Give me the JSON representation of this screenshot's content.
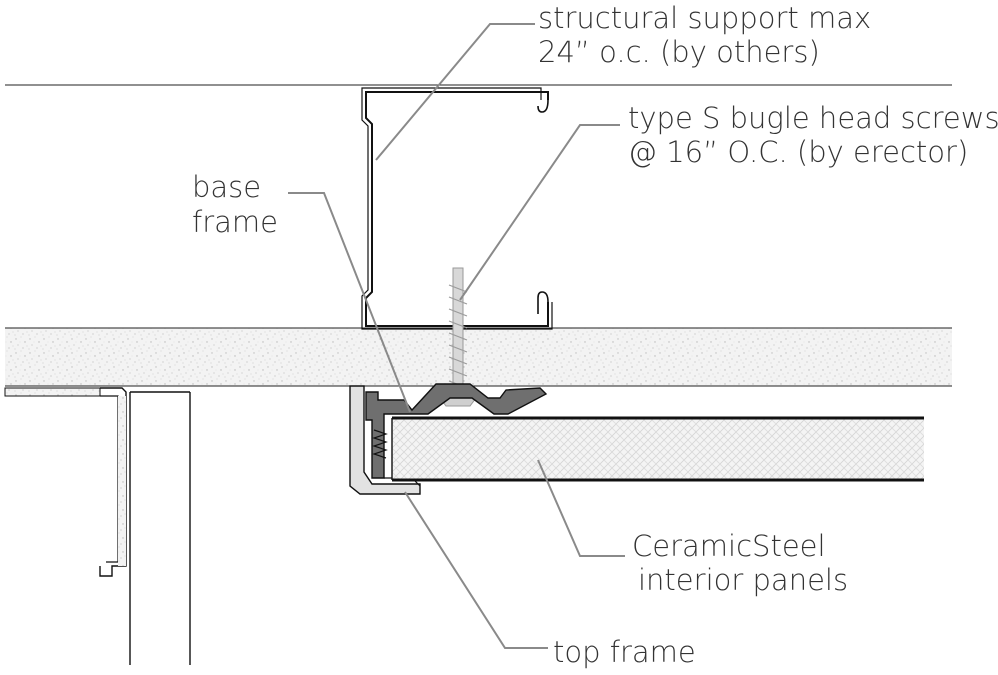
{
  "labels": {
    "structural_support": [
      "structural support max",
      "24” o.c. (by others)"
    ],
    "screws": [
      "type S bugle head screws",
      "@ 16” O.C. (by erector)"
    ],
    "base_frame": [
      "base",
      "frame"
    ],
    "panels": [
      "CeramicSteel",
      "interior panels"
    ],
    "top_frame": [
      "top frame"
    ]
  },
  "colors": {
    "ink": "#111111",
    "label": "#333333",
    "leader": "#8a8a8a",
    "frame_fill": "#6f6f6f",
    "trim_fill": "#e2e2e2",
    "board_fill": "#f2f2f2"
  }
}
